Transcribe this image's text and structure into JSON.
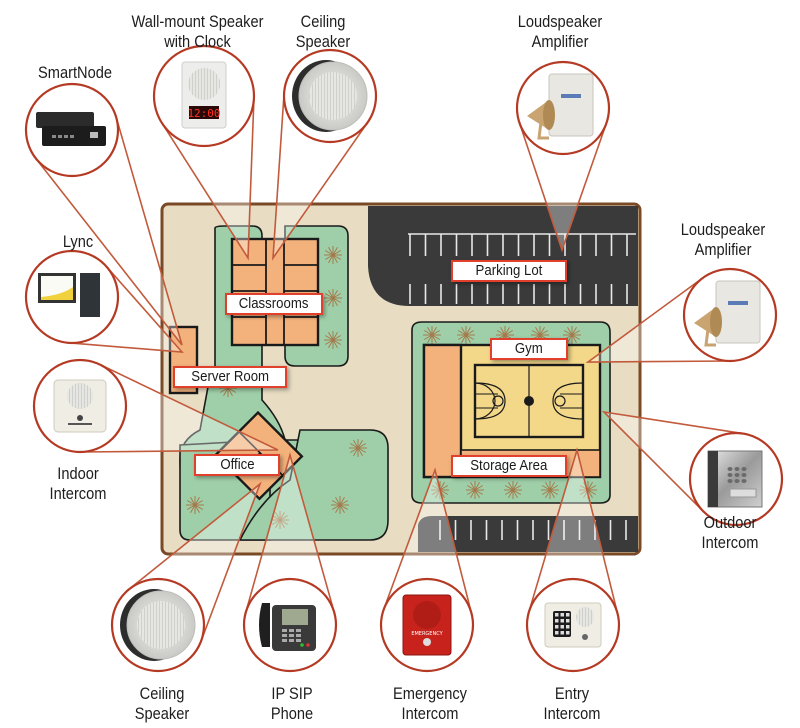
{
  "title": "Campus paging and intercom deployment diagram",
  "colors": {
    "callout_ring": "#b53a23",
    "callout_line": "#c25a3c",
    "site_background": "#e8dcc2",
    "site_border": "#7a4a26",
    "lawn": "#9fcfa9",
    "building": "#f3b27c",
    "gym_floor": "#f3d88a",
    "parking": "#3a3a3a",
    "label_border": "#e0402c"
  },
  "areas": {
    "parking_lot": "Parking Lot",
    "classrooms": "Classrooms",
    "server_room": "Server Room",
    "office": "Office",
    "gym": "Gym",
    "storage_area": "Storage Area"
  },
  "devices": [
    {
      "id": "smartnode",
      "lines": [
        "SmartNode"
      ],
      "icon": "gateway-device-icon",
      "location": "Server Room"
    },
    {
      "id": "wall-speaker-clock",
      "lines": [
        "Wall-mount Speaker",
        "with Clock"
      ],
      "icon": "wall-speaker-clock-icon",
      "location": "Classrooms",
      "clock_display": "12:00"
    },
    {
      "id": "ceiling-speaker-top",
      "lines": [
        "Ceiling",
        "Speaker"
      ],
      "icon": "ceiling-speaker-icon",
      "location": "Classrooms"
    },
    {
      "id": "loudspeaker-amp-top",
      "lines": [
        "Loudspeaker",
        "Amplifier"
      ],
      "icon": "loudspeaker-amplifier-icon",
      "location": "Parking Lot"
    },
    {
      "id": "lync",
      "lines": [
        "Lync"
      ],
      "icon": "desktop-computer-icon",
      "location": "Server Room"
    },
    {
      "id": "loudspeaker-amp-right",
      "lines": [
        "Loudspeaker",
        "Amplifier"
      ],
      "icon": "loudspeaker-amplifier-icon",
      "location": "Gym"
    },
    {
      "id": "indoor-intercom",
      "lines": [
        "Indoor",
        "Intercom"
      ],
      "icon": "indoor-intercom-icon",
      "location": "Office"
    },
    {
      "id": "outdoor-intercom",
      "lines": [
        "Outdoor",
        "Intercom"
      ],
      "icon": "outdoor-intercom-icon",
      "location": "Gym"
    },
    {
      "id": "ceiling-speaker-bottom",
      "lines": [
        "Ceiling",
        "Speaker"
      ],
      "icon": "ceiling-speaker-icon",
      "location": "Office"
    },
    {
      "id": "ip-sip-phone",
      "lines": [
        "IP SIP",
        "Phone"
      ],
      "icon": "desk-phone-icon",
      "location": "Office"
    },
    {
      "id": "emergency-intercom",
      "lines": [
        "Emergency",
        "Intercom"
      ],
      "icon": "emergency-intercom-icon",
      "location": "Storage Area",
      "panel_text": "EMERGENCY"
    },
    {
      "id": "entry-intercom",
      "lines": [
        "Entry",
        "Intercom"
      ],
      "icon": "keypad-entry-intercom-icon",
      "location": "Storage Area"
    }
  ]
}
